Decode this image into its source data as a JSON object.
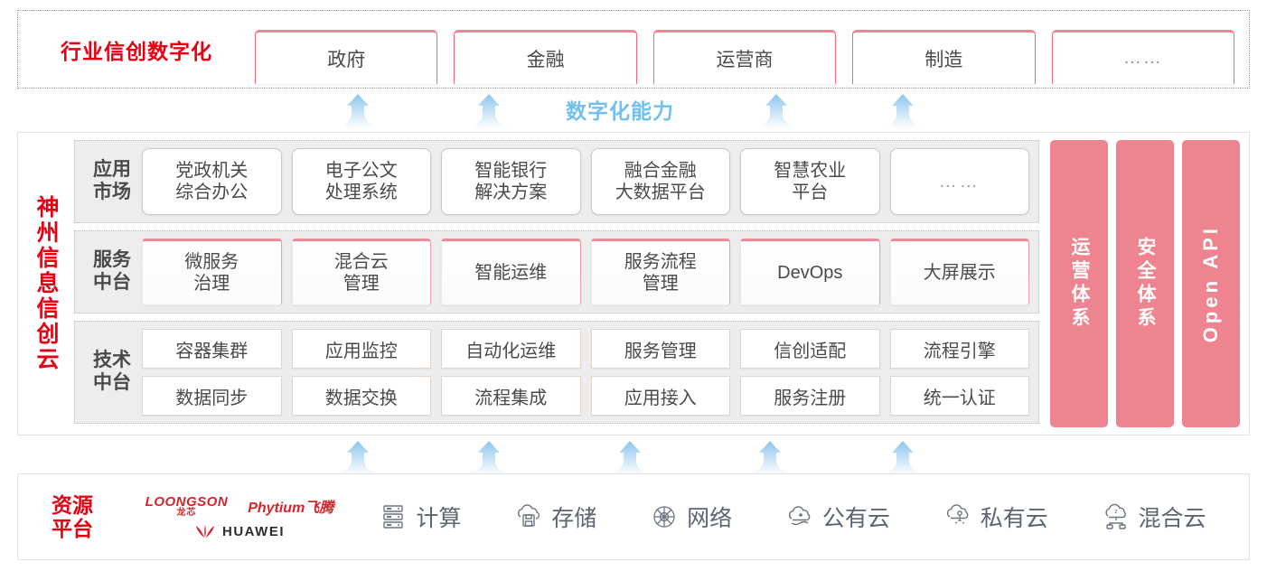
{
  "industry": {
    "title": "行业信创数字化",
    "cards": [
      {
        "label": "政府"
      },
      {
        "label": "金融"
      },
      {
        "label": "运营商"
      },
      {
        "label": "制造"
      },
      {
        "label": "……"
      }
    ]
  },
  "capability": {
    "label": "数字化能力",
    "arrow_count_top": 4,
    "arrow_count_bottom": 5,
    "arrow_color": "#bfe0f5"
  },
  "cloud": {
    "title": "神州信息信创云",
    "layers": [
      {
        "key": "apps",
        "label": "应用\n市场",
        "label_line1": "应用",
        "label_line2": "市场",
        "cards": [
          {
            "line1": "党政机关",
            "line2": "综合办公"
          },
          {
            "line1": "电子公文",
            "line2": "处理系统"
          },
          {
            "line1": "智能银行",
            "line2": "解决方案"
          },
          {
            "line1": "融合金融",
            "line2": "大数据平台"
          },
          {
            "line1": "智慧农业",
            "line2": "平台"
          },
          {
            "line1": "……",
            "line2": ""
          }
        ]
      },
      {
        "key": "services",
        "label_line1": "服务",
        "label_line2": "中台",
        "cards": [
          {
            "line1": "微服务",
            "line2": "治理"
          },
          {
            "line1": "混合云",
            "line2": "管理"
          },
          {
            "line1": "智能运维",
            "line2": ""
          },
          {
            "line1": "服务流程",
            "line2": "管理"
          },
          {
            "line1": "DevOps",
            "line2": ""
          },
          {
            "line1": "大屏展示",
            "line2": ""
          }
        ]
      },
      {
        "key": "tech",
        "label_line1": "技术",
        "label_line2": "中台",
        "rows": [
          [
            "容器集群",
            "应用监控",
            "自动化运维",
            "服务管理",
            "信创适配",
            "流程引擎"
          ],
          [
            "数据同步",
            "数据交换",
            "流程集成",
            "应用接入",
            "服务注册",
            "统一认证"
          ]
        ]
      }
    ],
    "side_bars": [
      {
        "label": "运营体系",
        "mode": "cjk"
      },
      {
        "label": "安全体系",
        "mode": "cjk"
      },
      {
        "label": "Open API",
        "mode": "latin"
      }
    ],
    "accent_pink": "#ee8490",
    "band_bg": "#ededed"
  },
  "resource": {
    "title_line1": "资源",
    "title_line2": "平台",
    "logos": [
      {
        "name": "loongson",
        "text_en": "LOONGSON",
        "text_cn": "龙芯"
      },
      {
        "name": "phytium",
        "text": "Phytium飞腾"
      },
      {
        "name": "huawei",
        "text": "HUAWEI"
      }
    ],
    "items": [
      {
        "icon": "server-icon",
        "label": "计算"
      },
      {
        "icon": "cloud-storage-icon",
        "label": "存储"
      },
      {
        "icon": "network-icon",
        "label": "网络"
      },
      {
        "icon": "public-cloud-icon",
        "label": "公有云"
      },
      {
        "icon": "private-cloud-icon",
        "label": "私有云"
      },
      {
        "icon": "hybrid-cloud-icon",
        "label": "混合云"
      }
    ]
  },
  "colors": {
    "brand_red": "#e60012",
    "accent_pink": "#ee8490",
    "arrow_blue": "#9dcdf0",
    "capability_blue": "#73c0ef",
    "text_gray": "#4a4a4a"
  }
}
